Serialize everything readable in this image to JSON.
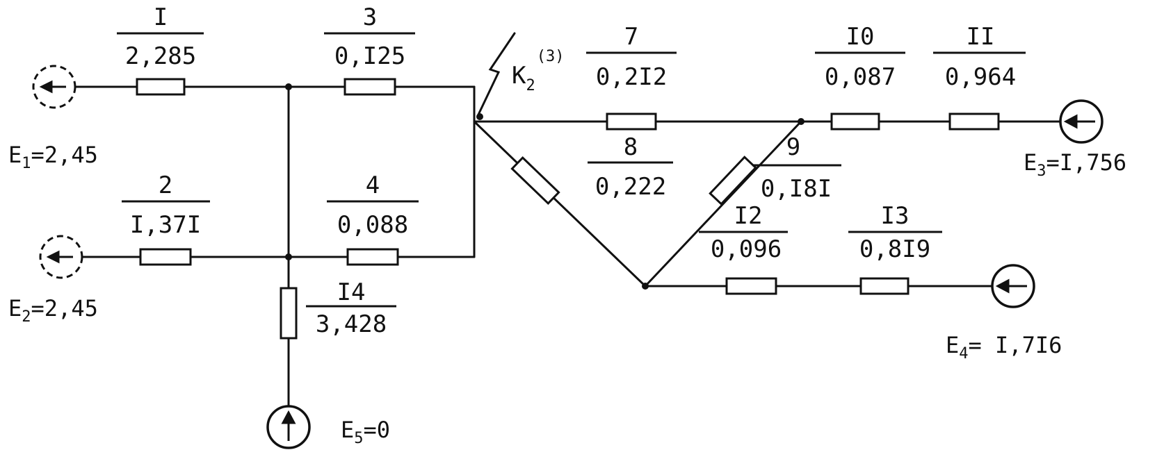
{
  "branches": [
    {
      "num": "I",
      "value": "2,285"
    },
    {
      "num": "2",
      "value": "I,37I"
    },
    {
      "num": "3",
      "value": "0,I25"
    },
    {
      "num": "4",
      "value": "0,088"
    },
    {
      "num": "7",
      "value": "0,2I2"
    },
    {
      "num": "8",
      "value": "0,222"
    },
    {
      "num": "9",
      "value": "0,I8I"
    },
    {
      "num": "I0",
      "value": "0,087"
    },
    {
      "num": "II",
      "value": "0,964"
    },
    {
      "num": "I2",
      "value": "0,096"
    },
    {
      "num": "I3",
      "value": "0,8I9"
    },
    {
      "num": "I4",
      "value": "3,428"
    }
  ],
  "sources": {
    "e1": {
      "prefix": "E",
      "sub": "1",
      "rest": "=2,45"
    },
    "e2": {
      "prefix": "E",
      "sub": "2",
      "rest": "=2,45"
    },
    "e3": {
      "prefix": "E",
      "sub": "3",
      "rest": "=I,756"
    },
    "e4": {
      "prefix": "E",
      "sub": "4",
      "rest": "= I,7I6"
    },
    "e5": {
      "prefix": "E",
      "sub": "5",
      "rest": "=0"
    }
  },
  "fault": {
    "prefix": "K",
    "sub": "2",
    "sup": "(3)"
  }
}
